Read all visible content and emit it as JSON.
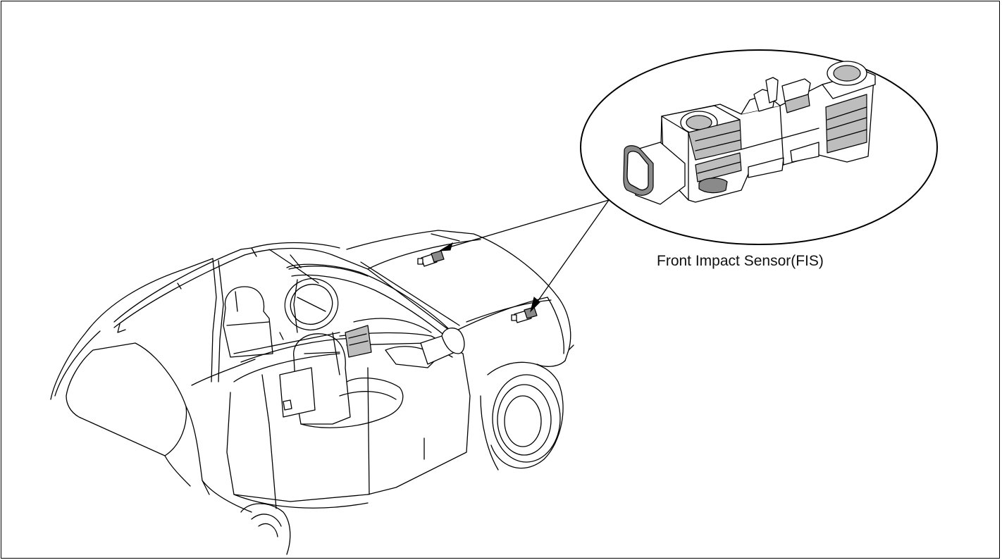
{
  "diagram": {
    "callout_label": "Front Impact Sensor(FIS)",
    "components": [
      {
        "name": "front-impact-sensor",
        "count": 2
      }
    ],
    "colors": {
      "line": "#000000",
      "background": "#ffffff",
      "shading": "#bdbdbd"
    }
  }
}
